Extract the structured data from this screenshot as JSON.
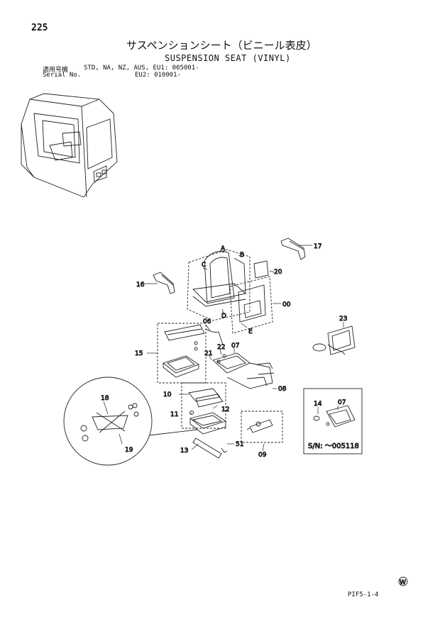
{
  "header": {
    "page_number": "225",
    "title_jp": "サスペンションシート（ビニール表皮）",
    "title_en": "SUSPENSION SEAT (VINYL)"
  },
  "applicability": {
    "label": "適用号機",
    "value": "STD, NA, NZ, AUS, EU1: 005001-",
    "serial_label": "Serial No.",
    "serial_value": "EU2: 010001-"
  },
  "callouts": {
    "A": "A",
    "B": "B",
    "C": "C",
    "D": "D",
    "E": "E",
    "p00": "00",
    "p06": "06",
    "p07": "07",
    "p07b": "07",
    "p08": "08",
    "p09": "09",
    "p10": "10",
    "p11": "11",
    "p12": "12",
    "p13": "13",
    "p14": "14",
    "p15": "15",
    "p16": "16",
    "p17": "17",
    "p18": "18",
    "p19": "19",
    "p20": "20",
    "p21": "21",
    "p22": "22",
    "p23": "23",
    "p51": "51"
  },
  "inset": {
    "serial_note": "S/N: ～005118"
  },
  "footer": {
    "figure_code": "PIF5-1-4",
    "mark": "W"
  }
}
